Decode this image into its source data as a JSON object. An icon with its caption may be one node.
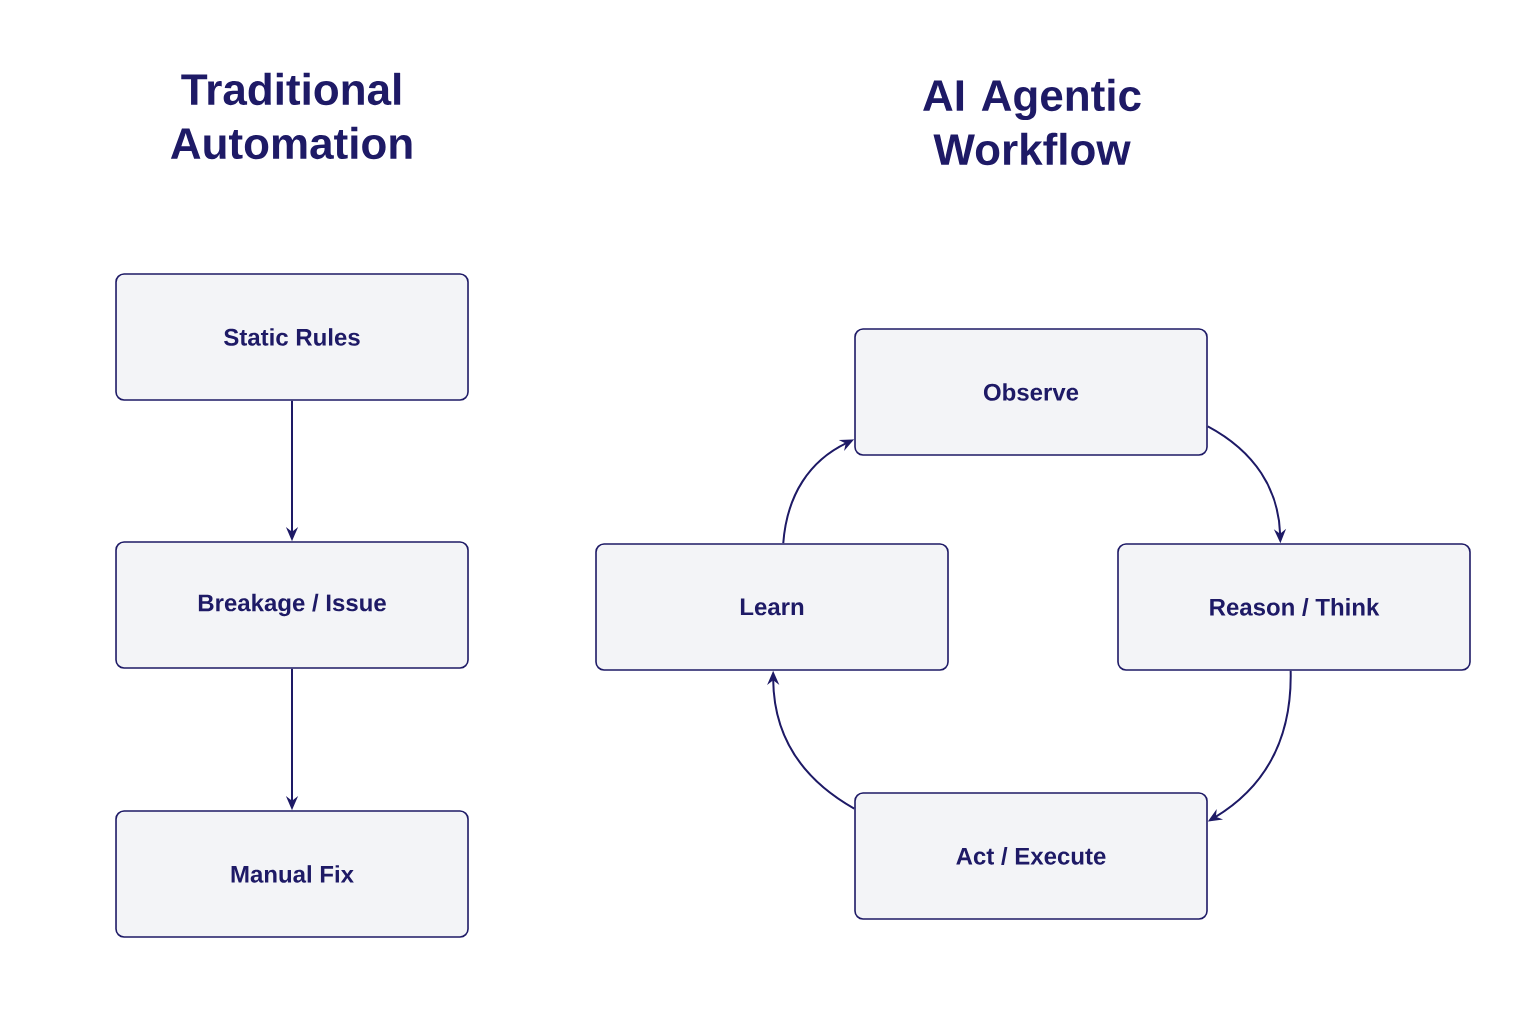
{
  "diagram": {
    "nodes": [
      {
        "text": [
          "Static Rules"
        ]
      },
      {
        "text": [
          "Breakage / Issue"
        ]
      },
      {
        "text": [
          "Manual Fix"
        ]
      },
      {
        "text": [
          "Observe"
        ]
      },
      {
        "text": [
          "Reason / Think"
        ]
      },
      {
        "text": [
          "Act / Execute"
        ]
      },
      {
        "text": [
          "Learn"
        ]
      }
    ],
    "edges": [
      {
        "from": 0,
        "to": 1,
        "arrow": "to"
      },
      {
        "from": 1,
        "to": 2,
        "arrow": "to"
      },
      {
        "from": 3,
        "to": 4,
        "arrow": "to"
      },
      {
        "from": 4,
        "to": 5,
        "arrow": "to"
      },
      {
        "from": 5,
        "to": 6,
        "arrow": "to"
      },
      {
        "from": 6,
        "to": 3,
        "arrow": "to"
      }
    ],
    "labels": [
      "Traditional Automation",
      "AI Agentic Workflow"
    ]
  }
}
